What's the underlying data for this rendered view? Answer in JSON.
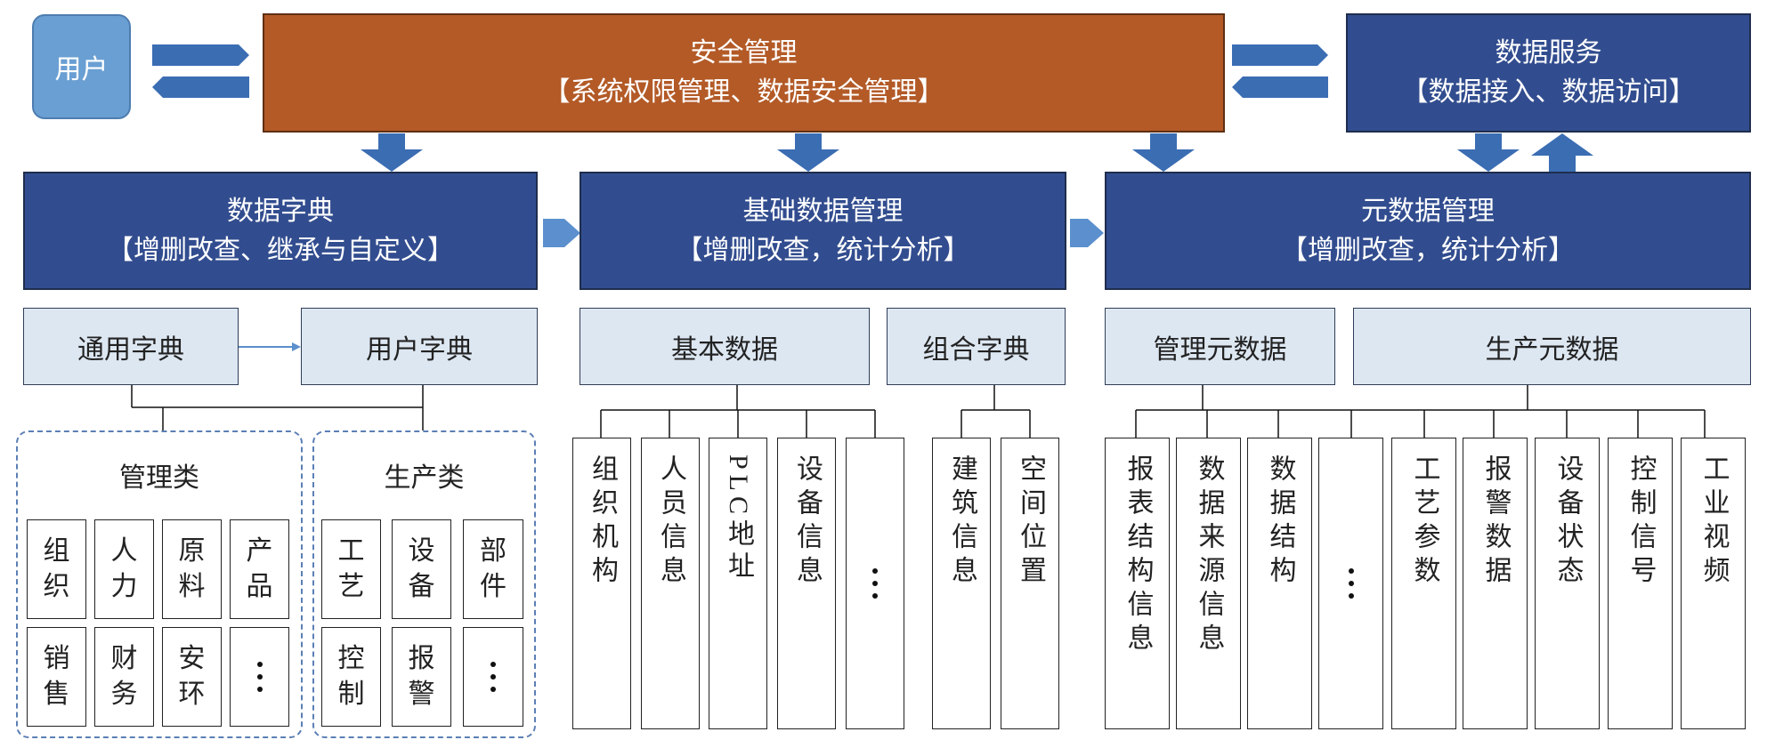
{
  "user": "用户",
  "security": {
    "title": "安全管理",
    "subtitle": "【系统权限管理、数据安全管理】"
  },
  "data_service": {
    "title": "数据服务",
    "subtitle": "【数据接入、数据访问】"
  },
  "dictionary": {
    "title": "数据字典",
    "subtitle": "【增删改查、继承与自定义】"
  },
  "basic_mgmt": {
    "title": "基础数据管理",
    "subtitle": "【增删改查，统计分析】"
  },
  "meta_mgmt": {
    "title": "元数据管理",
    "subtitle": "【增删改查，统计分析】"
  },
  "sub": {
    "common_dict": "通用字典",
    "user_dict": "用户字典",
    "basic_data": "基本数据",
    "combo_dict": "组合字典",
    "mgmt_meta": "管理元数据",
    "prod_meta": "生产元数据"
  },
  "management_group": {
    "label": "管理类",
    "items": [
      "组织",
      "人力",
      "原料",
      "产品",
      "销售",
      "财务",
      "安环"
    ]
  },
  "production_group": {
    "label": "生产类",
    "items": [
      "工艺",
      "设备",
      "部件",
      "控制",
      "报警"
    ]
  },
  "basic_items": [
    "组织机构",
    "人员信息",
    "PLC地址",
    "设备信息"
  ],
  "combo_items": [
    "建筑信息",
    "空间位置"
  ],
  "meta_items": [
    "报表结构信息",
    "数据来源信息",
    "数据结构",
    "工艺参数",
    "报警数据",
    "设备状态",
    "控制信号",
    "工业视频"
  ],
  "colors": {
    "orange": "#b35a27",
    "dark_blue": "#324d8f",
    "light_blue": "#dde7f2",
    "arrow_blue": "#3b6db3",
    "user_blue": "#6a9fd3"
  }
}
